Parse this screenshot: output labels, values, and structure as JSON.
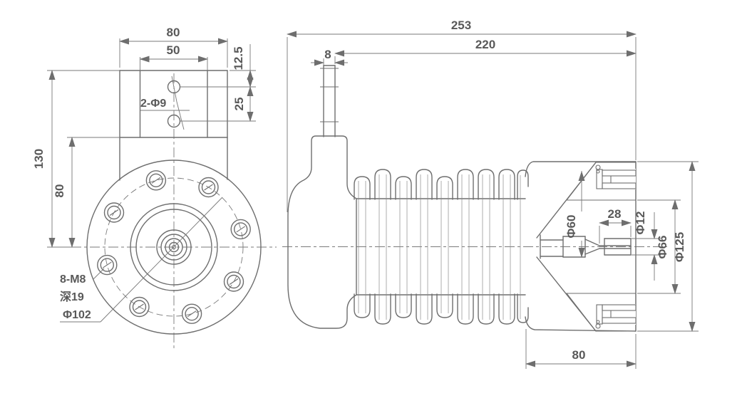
{
  "drawing_type": "engineering-drawing",
  "front_view": {
    "width_top": "80",
    "tab_width": "50",
    "hole_offset": "12.5",
    "hole_pitch": "25",
    "holes_note": "2-Φ9",
    "height_total": "130",
    "height_flange": "80",
    "thread_note": "8-M8",
    "depth_note": "深19",
    "bolt_circle": "Φ102"
  },
  "side_view": {
    "length_total": "253",
    "length_body": "220",
    "rod_width": "8",
    "tip_length": "28",
    "dia_throat": "Φ60",
    "dia_tip": "Φ12",
    "dia_bore": "Φ66",
    "dia_end": "Φ125",
    "end_length": "80"
  },
  "colors": {
    "line": "#6e6e6e",
    "text": "#595959",
    "background": "#ffffff"
  }
}
